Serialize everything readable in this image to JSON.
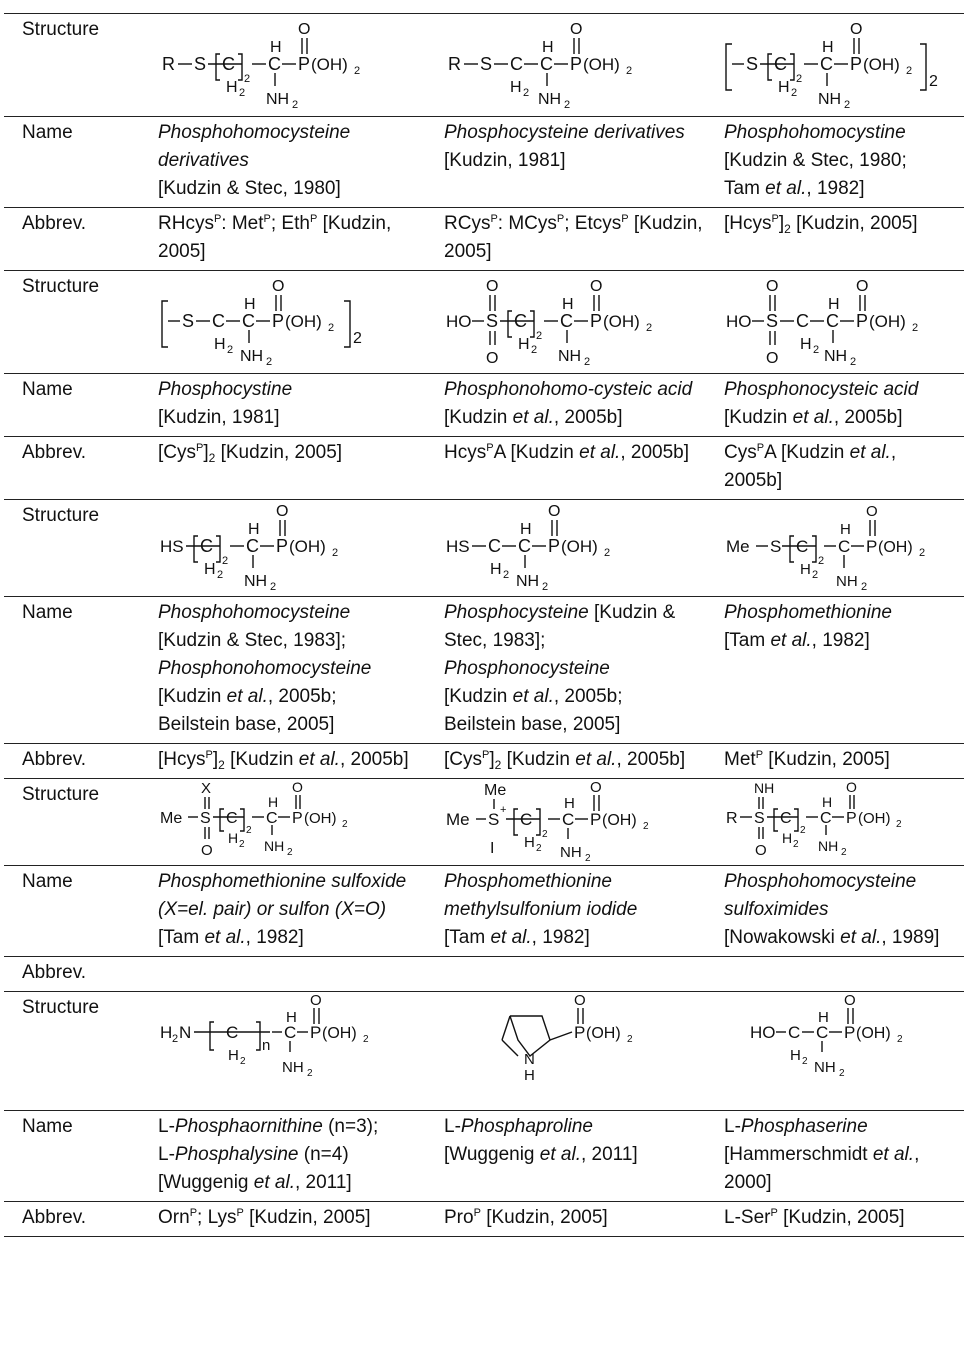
{
  "labels": {
    "structure": "Structure",
    "name": "Name",
    "abbrev": "Abbrev."
  },
  "rows": [
    {
      "names": [
        {
          "a": "Phosphohomocysteine derivatives",
          "b": "[Kudzin & Stec, 1980]"
        },
        {
          "a": "Phosphocysteine derivatives",
          "b": "[Kudzin, 1981]"
        },
        {
          "a": "Phosphohomocystine",
          "b": "[Kudzin & Stec, 1980;",
          "c": "Tam",
          "d": " et al.",
          "e": ", 1982]"
        }
      ],
      "abbrev": [
        {
          "a": "RHcys",
          "b": "P",
          "c": ": Met",
          "d": "P",
          "e": "; Eth",
          "f": "P",
          "g": " [Kudzin, 2005]"
        },
        {
          "a": "RCys",
          "b": "P",
          "c": ": MCys",
          "d": "P",
          "e": "; Etcys",
          "f": "P",
          "g": " [Kudzin, 2005]"
        },
        {
          "a": "[Hcys",
          "b": "P",
          "c": "]",
          "d": "2",
          "e": " [Kudzin, 2005]"
        }
      ]
    },
    {
      "names": [
        {
          "a": "Phosphocystine",
          "b": "[Kudzin, 1981]"
        },
        {
          "a": "Phosphonohomo-cysteic acid",
          "b": "[Kudzin ",
          "c": "et al.",
          "d": ", 2005b]"
        },
        {
          "a": "Phosphonocysteic acid",
          "b": "[Kudzin ",
          "c": "et al.",
          "d": ", 2005b]"
        }
      ],
      "abbrev": [
        {
          "a": "[Cys",
          "b": "P",
          "c": "]",
          "d": "2",
          "e": " [Kudzin, 2005]"
        },
        {
          "a": "Hcys",
          "b": "P",
          "c": "A [Kudzin ",
          "d": "et al.",
          "e": ", 2005b]"
        },
        {
          "a": "Cys",
          "b": "P",
          "c": "A [Kudzin ",
          "d": "et al.",
          "e": ", 2005b]"
        }
      ]
    },
    {
      "names": [
        {
          "a": "Phosphohomocysteine",
          "b": "[Kudzin & Stec, 1983];",
          "c": "Phosphonohomocysteine",
          "d": "[Kudzin ",
          "e": "et al.",
          "f": ", 2005b;",
          "g": "Beilstein base, 2005]"
        },
        {
          "a": "Phosphocysteine",
          "b": " [Kudzin & Stec, 1983];",
          "c": "Phosphonocysteine",
          "d": "[Kudzin ",
          "e": "et al.",
          "f": ", 2005b;",
          "g": "Beilstein base, 2005]"
        },
        {
          "a": "Phosphomethionine",
          "b": "[Tam ",
          "c": "et al.",
          "d": ", 1982]"
        }
      ],
      "abbrev": [
        {
          "a": "[Hcys",
          "b": "P",
          "c": "]",
          "d": "2",
          "e": " [Kudzin ",
          "f": "et al.",
          "g": ", 2005b]"
        },
        {
          "a": "[Cys",
          "b": "P",
          "c": "]",
          "d": "2",
          "e": " [Kudzin ",
          "f": "et al.",
          "g": ", 2005b]"
        },
        {
          "a": "Met",
          "b": "P",
          "c": " [Kudzin, 2005]"
        }
      ]
    },
    {
      "names": [
        {
          "a": "Phosphomethionine sulfoxide (X=el. pair) or sulfon (X=O)",
          "b": "[Tam ",
          "c": "et al.",
          "d": ", 1982]"
        },
        {
          "a": "Phosphomethionine methylsulfonium iodide",
          "b": "[Tam ",
          "c": "et al.",
          "d": ", 1982]"
        },
        {
          "a": "Phosphohomocysteine sulfoximides",
          "b": "[Nowakowski ",
          "c": "et al.",
          "d": ", 1989]"
        }
      ],
      "abbrev": []
    },
    {
      "names": [
        {
          "a": "L-",
          "b": "Phosphaornithine",
          "c": " (n=3);",
          "d": "L-",
          "e": "Phosphalysine",
          "f": " (n=4)",
          "g": "[Wuggenig ",
          "h": "et al.",
          "i": ", 2011]"
        },
        {
          "a": "L-",
          "b": "Phosphaproline",
          "c": "[Wuggenig ",
          "d": "et al.",
          "e": ", 2011]"
        },
        {
          "a": "L-",
          "b": "Phosphaserine",
          "c": "[Hammerschmidt ",
          "d": "et al.",
          "e": ",",
          "f": "2000]"
        }
      ],
      "abbrev": [
        {
          "a": "Orn",
          "b": "P",
          "c": "; Lys",
          "d": "P",
          "e": " [Kudzin, 2005]"
        },
        {
          "a": "Pro",
          "b": "P",
          "c": " [Kudzin, 2005]"
        },
        {
          "a": "L-Ser",
          "b": "P",
          "c": " [Kudzin, 2005]"
        }
      ]
    }
  ],
  "chem": {
    "R": "R",
    "S": "S",
    "C": "C",
    "H": "H",
    "P": "P",
    "O": "O",
    "N": "N",
    "X": "X",
    "I": "I",
    "OH2": "(OH)",
    "two": "2",
    "NH2": "NH",
    "HO": "HO",
    "HS": "HS",
    "Me": "Me",
    "NH": "NH",
    "n": "n",
    "H2N": "H",
    "H2Nb": "N",
    "plus": "+"
  }
}
